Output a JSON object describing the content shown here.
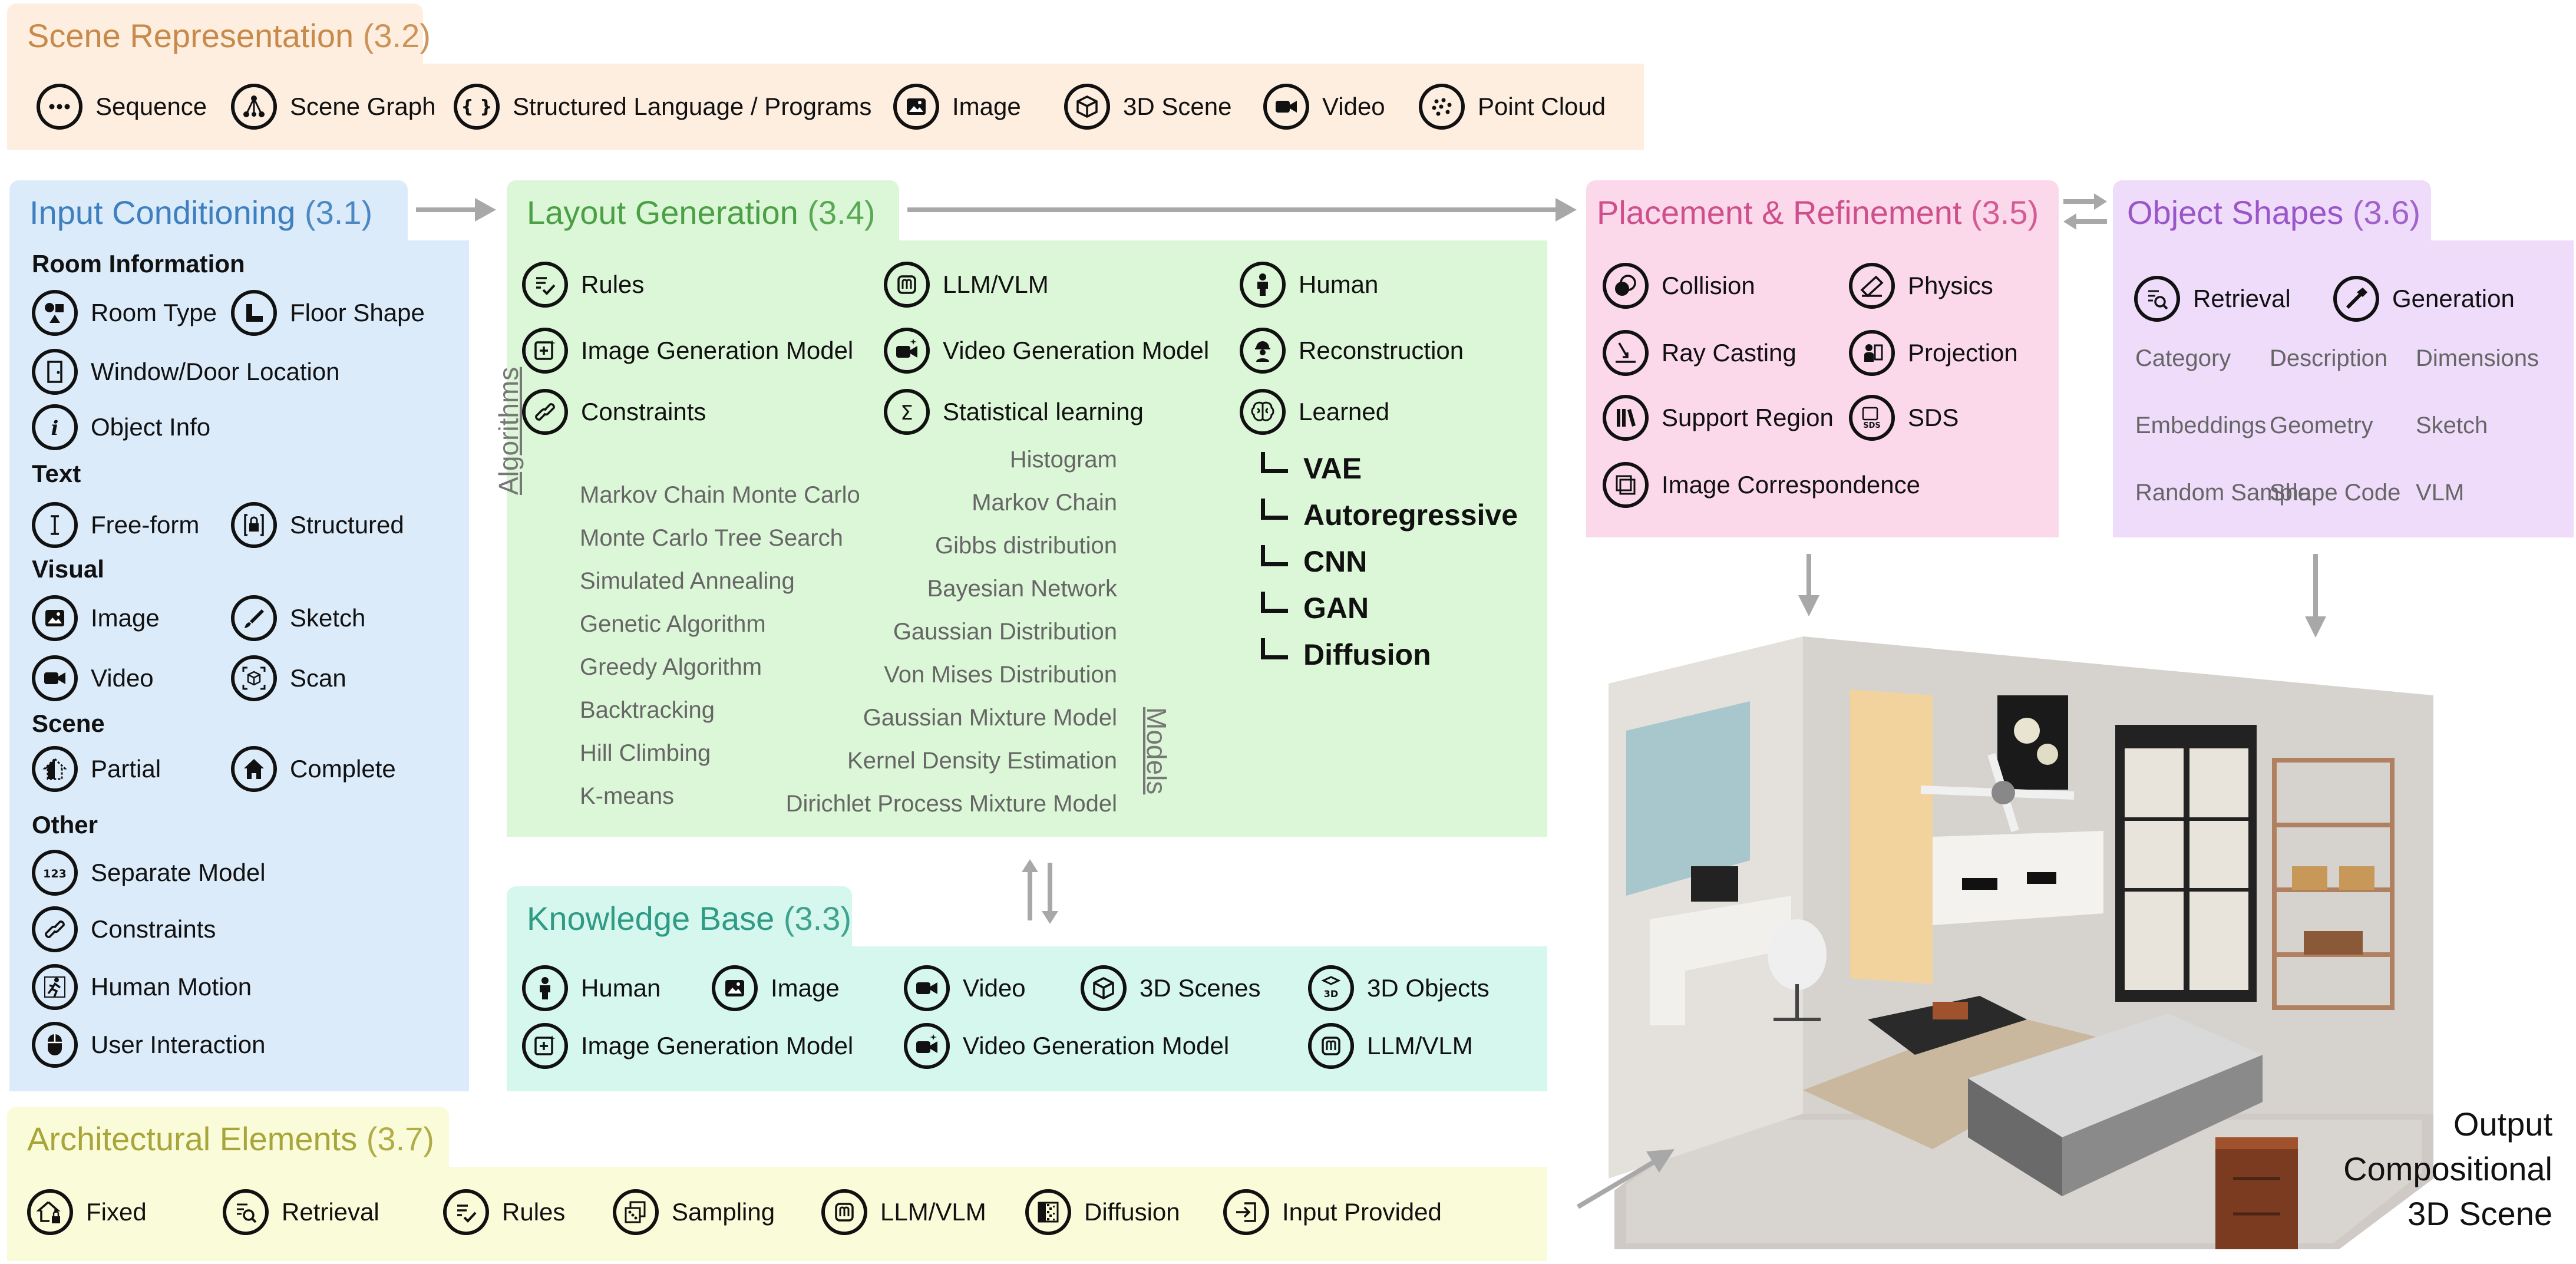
{
  "colors": {
    "scene": "#fdeee0",
    "scene_text": "#c88a4a",
    "input": "#dcebfa",
    "input_text": "#3d7fbf",
    "layout": "#dcf7d7",
    "layout_text": "#4ba046",
    "placement": "#fbd9eb",
    "placement_text": "#cf4f8c",
    "shapes": "#efdcfb",
    "shapes_text": "#9a55c8",
    "knowledge": "#d6f7ee",
    "knowledge_text": "#2f9a85",
    "arch": "#fafbd9",
    "arch_text": "#a8a53a"
  },
  "scene_representation": {
    "title": "Scene Representation",
    "num": "(3.2)",
    "items": [
      {
        "label": "Sequence",
        "icon": "ellipsis-icon"
      },
      {
        "label": "Scene Graph",
        "icon": "graph-icon"
      },
      {
        "label": "Structured Language / Programs",
        "icon": "braces-icon"
      },
      {
        "label": "Image",
        "icon": "image-icon"
      },
      {
        "label": "3D Scene",
        "icon": "cube-icon"
      },
      {
        "label": "Video",
        "icon": "video-icon"
      },
      {
        "label": "Point Cloud",
        "icon": "points-icon"
      }
    ]
  },
  "input_conditioning": {
    "title": "Input Conditioning",
    "num": "(3.1)",
    "room_info": "Room Information",
    "room_type": "Room Type",
    "floor_shape": "Floor Shape",
    "window_door": "Window/Door Location",
    "object_info": "Object Info",
    "text": "Text",
    "free_form": "Free-form",
    "structured": "Structured",
    "visual": "Visual",
    "image": "Image",
    "sketch": "Sketch",
    "video": "Video",
    "scan": "Scan",
    "scene": "Scene",
    "partial": "Partial",
    "complete": "Complete",
    "other": "Other",
    "separate_model": "Separate Model",
    "constraints": "Constraints",
    "human_motion": "Human Motion",
    "user_interaction": "User Interaction"
  },
  "layout_generation": {
    "title": "Layout Generation",
    "num": "(3.4)",
    "rules": "Rules",
    "llm": "LLM/VLM",
    "human": "Human",
    "image_gen": "Image Generation Model",
    "video_gen": "Video Generation Model",
    "reconstruction": "Reconstruction",
    "constraints": "Constraints",
    "statistical": "Statistical learning",
    "learned": "Learned",
    "algorithms_label": "Algorithms",
    "models_label": "Models",
    "algorithms": [
      "Markov Chain Monte Carlo",
      "Monte Carlo Tree Search",
      "Simulated Annealing",
      "Genetic Algorithm",
      "Greedy Algorithm",
      "Backtracking",
      "Hill Climbing",
      "K-means"
    ],
    "models": [
      "Histogram",
      "Markov Chain",
      "Gibbs distribution",
      "Bayesian Network",
      "Gaussian Distribution",
      "Von Mises Distribution",
      "Gaussian Mixture Model",
      "Kernel Density Estimation",
      "Dirichlet Process Mixture Model"
    ],
    "learned_items": [
      "VAE",
      "Autoregressive",
      "CNN",
      "GAN",
      "Diffusion"
    ]
  },
  "placement": {
    "title": "Placement & Refinement",
    "num": "(3.5)",
    "collision": "Collision",
    "physics": "Physics",
    "ray_casting": "Ray Casting",
    "projection": "Projection",
    "support_region": "Support Region",
    "sds": "SDS",
    "image_correspondence": "Image Correspondence"
  },
  "object_shapes": {
    "title": "Object Shapes",
    "num": "(3.6)",
    "retrieval": "Retrieval",
    "generation": "Generation",
    "keywords": [
      "Category",
      "Description",
      "Dimensions",
      "Embeddings",
      "Geometry",
      "Sketch",
      "Random Sample",
      "Shape Code",
      "VLM"
    ]
  },
  "knowledge_base": {
    "title": "Knowledge Base",
    "num": "(3.3)",
    "human": "Human",
    "image": "Image",
    "video": "Video",
    "scenes": "3D Scenes",
    "objects": "3D Objects",
    "image_gen": "Image Generation Model",
    "video_gen": "Video Generation Model",
    "llm": "LLM/VLM"
  },
  "architectural": {
    "title": "Architectural Elements",
    "num": "(3.7)",
    "items": [
      {
        "label": "Fixed",
        "icon": "house-lock-icon"
      },
      {
        "label": "Retrieval",
        "icon": "retrieval-icon"
      },
      {
        "label": "Rules",
        "icon": "rules-icon"
      },
      {
        "label": "Sampling",
        "icon": "sampling-icon"
      },
      {
        "label": "LLM/VLM",
        "icon": "llm-icon"
      },
      {
        "label": "Diffusion",
        "icon": "diffusion-icon"
      },
      {
        "label": "Input Provided",
        "icon": "input-icon"
      }
    ]
  },
  "output": {
    "line1": "Output",
    "line2": "Compositional",
    "line3": "3D Scene"
  }
}
